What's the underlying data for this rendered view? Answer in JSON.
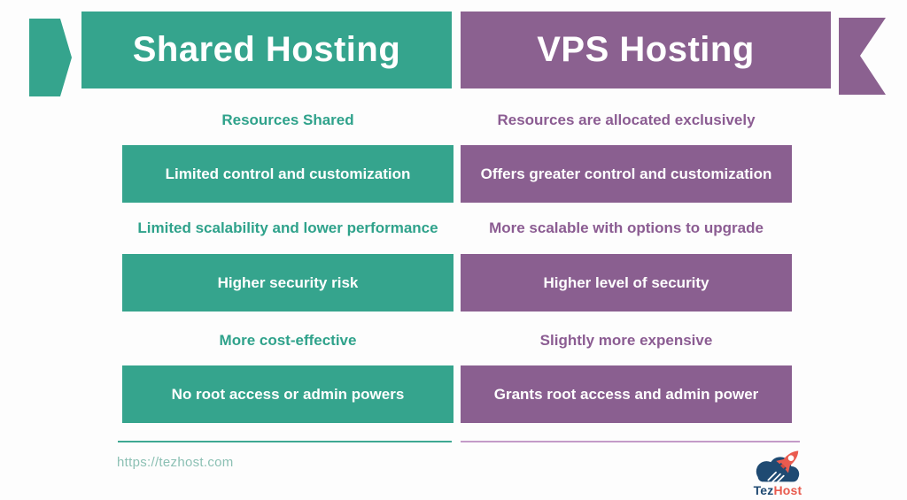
{
  "header": {
    "left_title": "Shared Hosting",
    "right_title": "VPS Hosting"
  },
  "comparison": {
    "rows": [
      {
        "type": "text",
        "left": "Resources Shared",
        "right": "Resources are allocated exclusively"
      },
      {
        "type": "box",
        "left": "Limited control and customization",
        "right": "Offers greater control and customization"
      },
      {
        "type": "text",
        "left": "Limited scalability and lower performance",
        "right": "More scalable with options to upgrade"
      },
      {
        "type": "box",
        "left": "Higher security risk",
        "right": "Higher level of security"
      },
      {
        "type": "text",
        "left": "More cost-effective",
        "right": "Slightly more expensive"
      },
      {
        "type": "box",
        "left": "No  root access or admin powers",
        "right": "Grants root access and admin power"
      }
    ]
  },
  "footer": {
    "url": "https://tezhost.com",
    "logo": {
      "icon": "rocket-cloud-icon",
      "brand_prefix": "Tez",
      "brand_suffix": "Host"
    }
  },
  "colors": {
    "teal": "#35A48D",
    "teal_text": "#2FA28B",
    "purple": "#8B6190",
    "purple_box": "#8A5F90",
    "purple_text": "#8B5C92",
    "navy": "#1F4A72",
    "red": "#E85A4D",
    "url_text": "#8CC0B4",
    "rule_teal": "#3FA893",
    "rule_plum": "#C49BC8",
    "background": "#FDFDFD"
  }
}
